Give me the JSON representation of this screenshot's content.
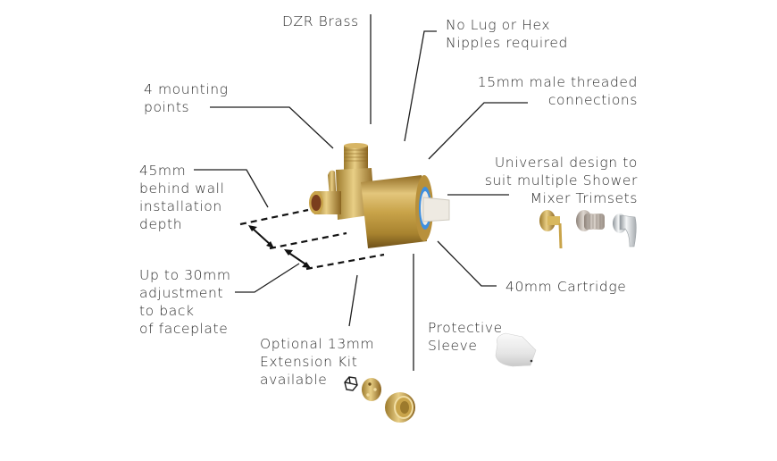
{
  "title": "Shower mixer valve rough-in feature diagram",
  "callouts": {
    "dzr_brass": "DZR Brass",
    "no_lug": "No Lug or Hex\nNipples required",
    "mounting": "4 mounting\npoints",
    "threaded": "15mm male threaded\nconnections",
    "universal": "Universal design to\nsuit multiple Shower\nMixer Trimsets",
    "depth": "45mm\nbehind wall\ninstallation\ndepth",
    "adjustment": "Up to 30mm\nadjustment\nto back\nof faceplate",
    "cartridge": "40mm Cartridge",
    "sleeve": "Protective\nSleeve",
    "extension": "Optional 13mm\nExtension Kit\navailable"
  },
  "trimsets": [
    "brushed-brass-pin-lever",
    "brushed-nickel-knurled-knob",
    "chrome-lever"
  ],
  "colors": {
    "brass": "#c9a44a",
    "brass_dark": "#9c7a2c",
    "brass_light": "#e9cf86",
    "cartridge_blue": "#3d8fe0",
    "cartridge_white": "#eeeae2",
    "chrome": "#d9dde0",
    "nickel": "#b8aea4",
    "sleeve": "#ececec"
  }
}
